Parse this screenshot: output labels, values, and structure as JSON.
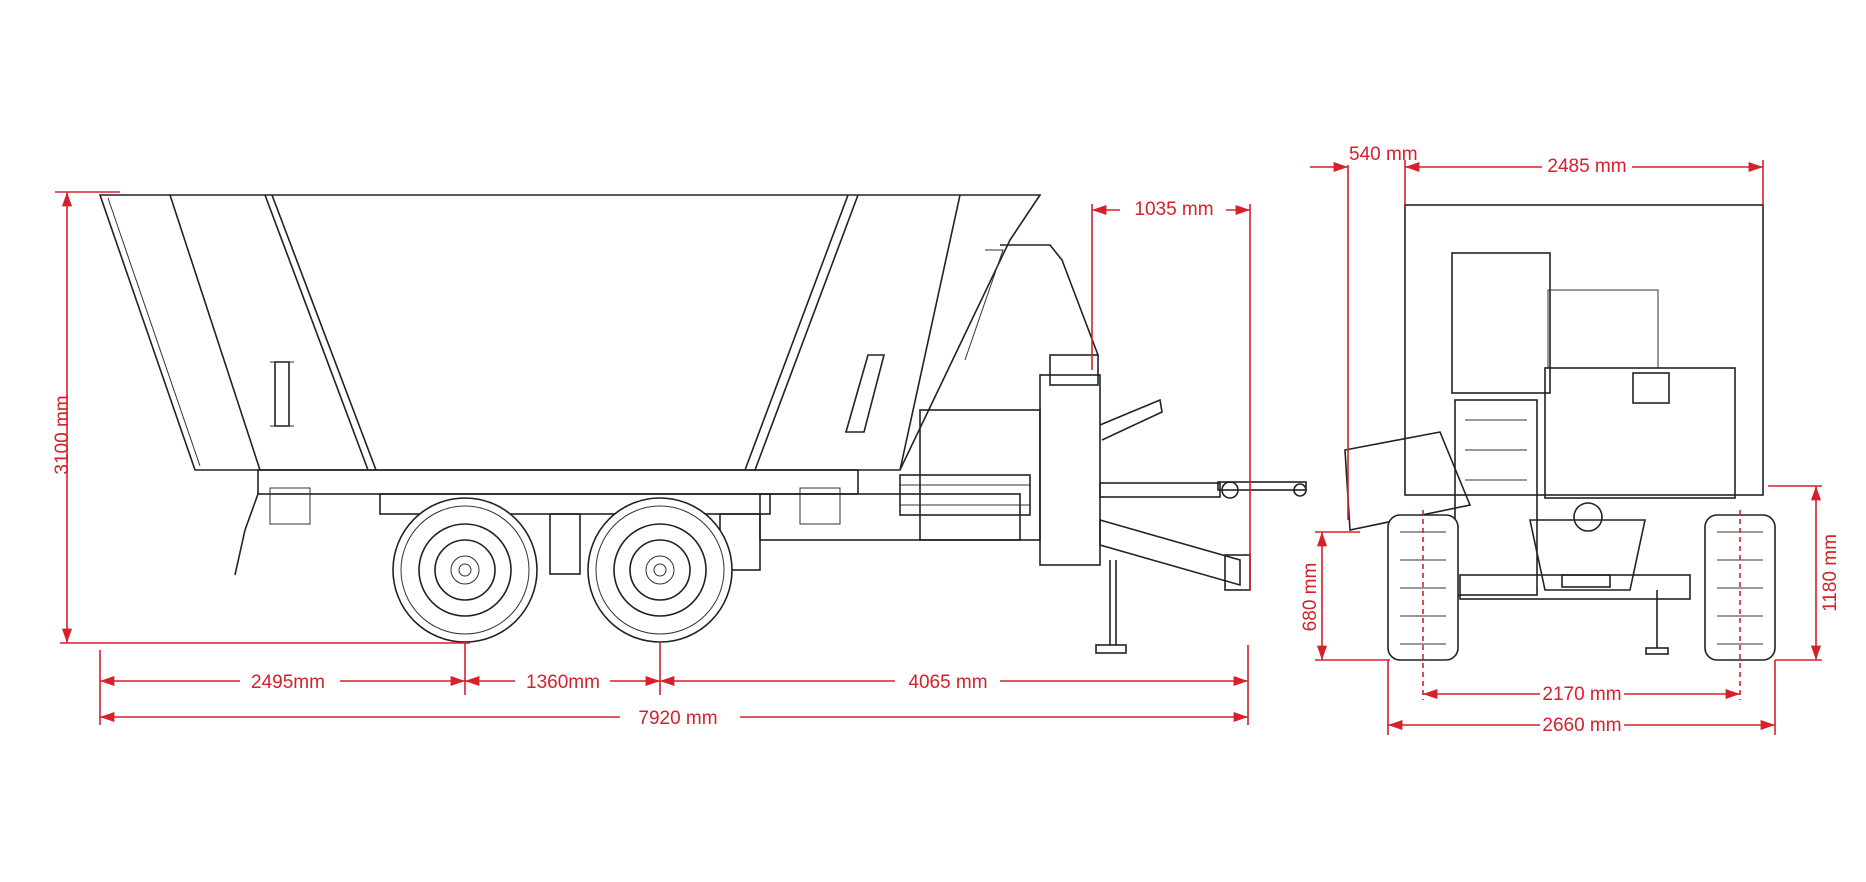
{
  "drawing": {
    "side_view": {
      "dimensions": {
        "height": "3100 mm",
        "drawbar_overhang": "1035 mm",
        "rear_to_axle1": "2495mm",
        "axle_spacing": "1360mm",
        "axle2_to_hitch": "4065 mm",
        "overall_length": "7920 mm"
      }
    },
    "rear_view": {
      "dimensions": {
        "side_offset": "540 mm",
        "body_width": "2485 mm",
        "ground_clearance": "680 mm",
        "wheel_height": "1180 mm",
        "track_width": "2170 mm",
        "overall_width": "2660 mm"
      }
    },
    "colors": {
      "dimension": "#d6202b",
      "line": "#222222",
      "background": "#ffffff"
    }
  }
}
